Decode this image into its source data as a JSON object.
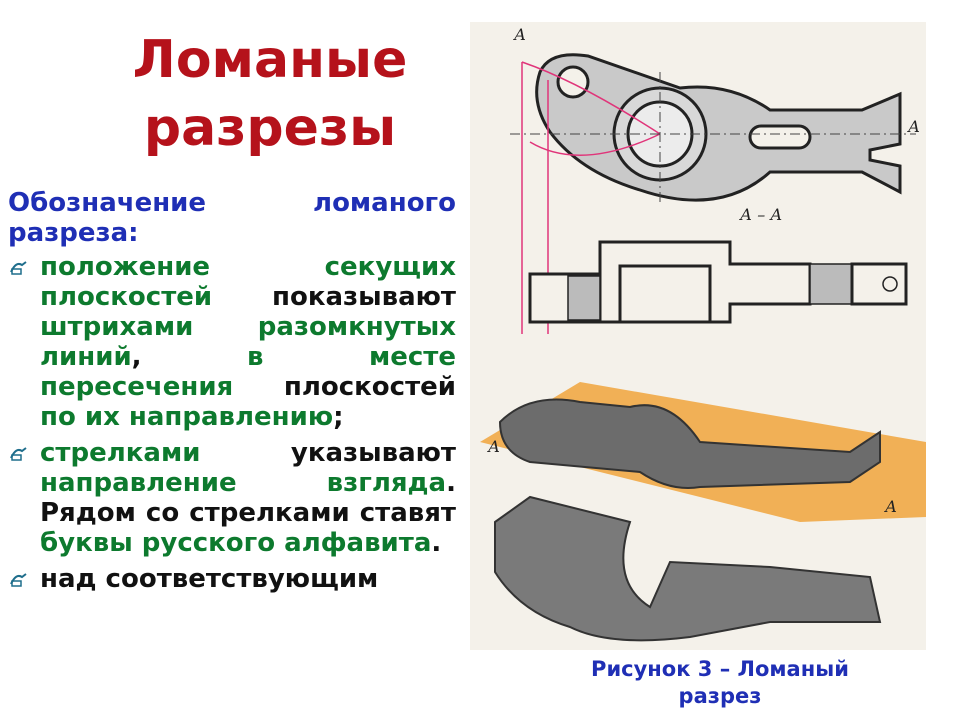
{
  "title": {
    "line1": "Ломаные",
    "line2": "разрезы"
  },
  "heading": "Обозначение ломаного разреза:",
  "bullets": [
    {
      "parts": [
        {
          "text": "положение секущих плоскостей ",
          "color": "green"
        },
        {
          "text": "показывают ",
          "color": "black"
        },
        {
          "text": "штрихами разомкнутых линий",
          "color": "green"
        },
        {
          "text": ", ",
          "color": "black"
        },
        {
          "text": "в месте пересечения ",
          "color": "green"
        },
        {
          "text": "плоскостей ",
          "color": "black"
        },
        {
          "text": "по их направлению",
          "color": "green"
        },
        {
          "text": ";",
          "color": "black"
        }
      ]
    },
    {
      "parts": [
        {
          "text": "стрелками ",
          "color": "green"
        },
        {
          "text": "указывают ",
          "color": "black"
        },
        {
          "text": "направление взгляда",
          "color": "green"
        },
        {
          "text": ". Рядом со стрелками ставят ",
          "color": "black"
        },
        {
          "text": "буквы русского алфавита",
          "color": "green"
        },
        {
          "text": ".",
          "color": "black"
        }
      ]
    },
    {
      "parts": [
        {
          "text": "над соответствующим",
          "color": "black"
        }
      ]
    }
  ],
  "figure": {
    "label_a": "А",
    "label_section": "А – А"
  },
  "caption": {
    "line1": "Рисунок 3 – Ломаный",
    "line2": "разрез"
  },
  "colors": {
    "title": "#b5121b",
    "heading": "#1f2fb5",
    "green": "#0d7a2e",
    "black": "#111111",
    "section_line": "#e0357a",
    "plane": "#f0a43c"
  }
}
